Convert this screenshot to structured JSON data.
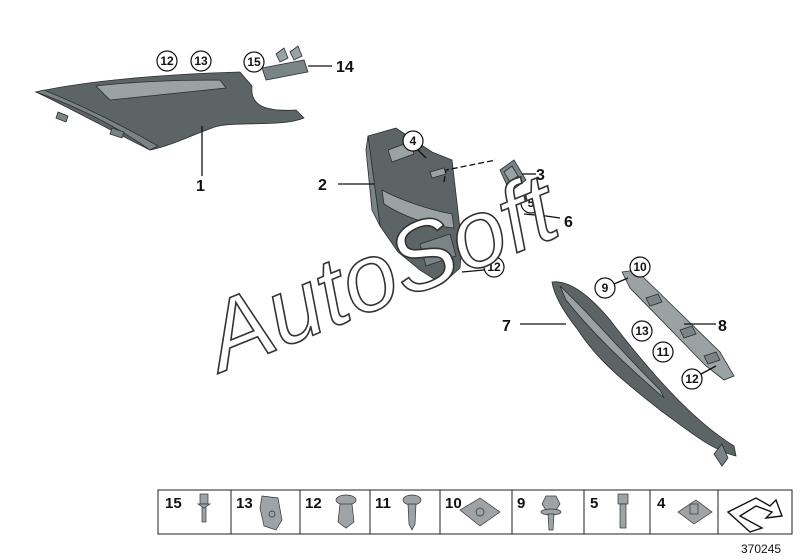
{
  "diagram": {
    "callouts": {
      "c1": "1",
      "c2": "2",
      "c3": "3",
      "c4": "4",
      "c5": "5",
      "c6": "6",
      "c7": "7",
      "c8": "8",
      "c9": "9",
      "c10": "10",
      "c11": "11",
      "c12a": "12",
      "c12b": "12",
      "c12c": "12",
      "c13a": "13",
      "c13b": "13",
      "c14": "14",
      "c15": "15"
    },
    "watermark": "AutoSoft",
    "reference_number": "370245"
  },
  "legend": {
    "items": [
      "15",
      "13",
      "12",
      "11",
      "10",
      "9",
      "5",
      "4"
    ]
  }
}
